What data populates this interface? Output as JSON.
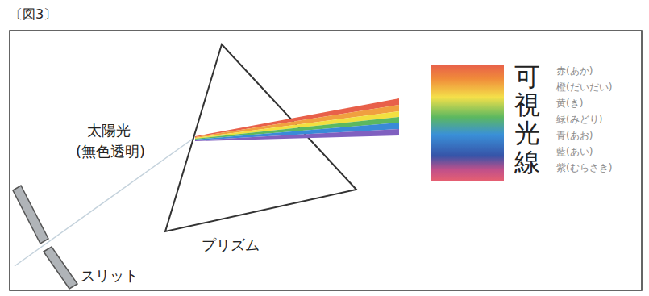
{
  "diagram": {
    "title": "〔図3〕",
    "labels": [
      "太陽光",
      "(無色透明)",
      "プリズム",
      "スリット",
      "可視光線",
      "赤(あか)",
      "橙(だいだい)",
      "黄(き)",
      "緑(みどり)",
      "青(あお)",
      "藍(あい)",
      "紫(むらさき)"
    ]
  }
}
